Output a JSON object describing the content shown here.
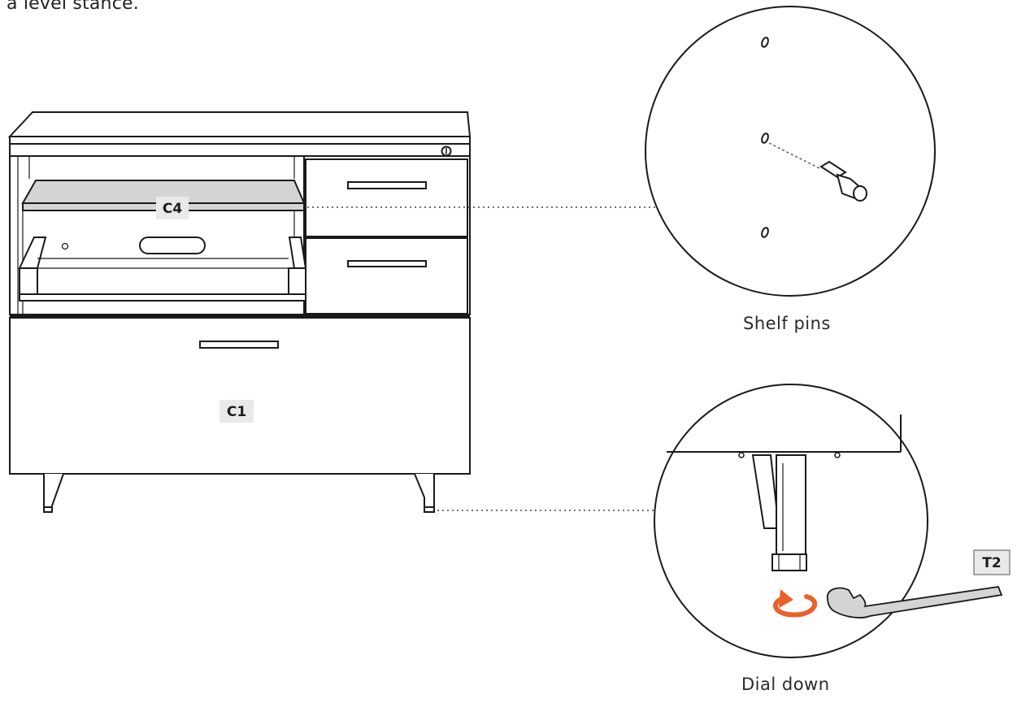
{
  "intro_text": "a level stance.",
  "labels": {
    "shelf_part": "C4",
    "cabinet_part": "C1",
    "tool_part": "T2"
  },
  "captions": {
    "shelf_pins": "Shelf pins",
    "dial_down": "Dial down"
  },
  "colors": {
    "line": "#1a1a1a",
    "shelf_fill": "#d4d4d4",
    "label_bg": "#e9e9e9",
    "arrow": "#e8622a"
  }
}
